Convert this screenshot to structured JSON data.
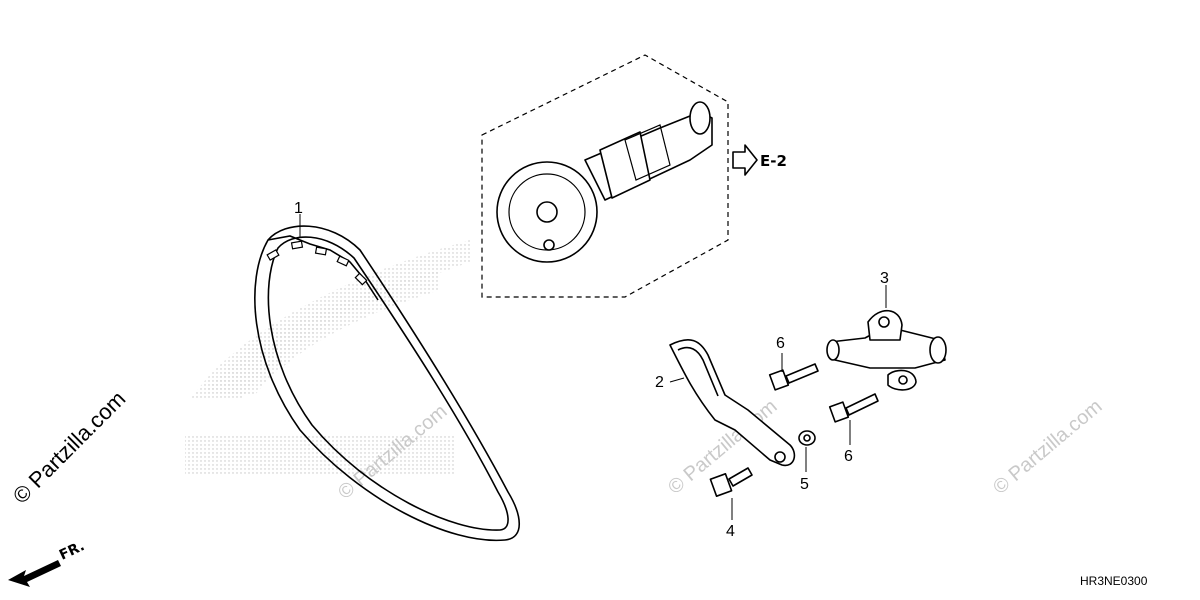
{
  "diagram": {
    "callouts": [
      {
        "id": "callout-1",
        "label": "1"
      },
      {
        "id": "callout-2",
        "label": "2"
      },
      {
        "id": "callout-3",
        "label": "3"
      },
      {
        "id": "callout-4",
        "label": "4"
      },
      {
        "id": "callout-5",
        "label": "5"
      },
      {
        "id": "callout-6a",
        "label": "6"
      },
      {
        "id": "callout-6b",
        "label": "6"
      }
    ],
    "reference_label": "E-2",
    "front_label": "FR.",
    "diagram_code": "HR3NE0300",
    "watermark_side": "© Partzilla.com",
    "watermark_text": "© Partzilla.com",
    "colors": {
      "line": "#000000",
      "watermark": "#c9c9c9",
      "background": "#ffffff"
    },
    "icons": [
      "front-arrow-icon",
      "reference-arrow-icon"
    ]
  }
}
